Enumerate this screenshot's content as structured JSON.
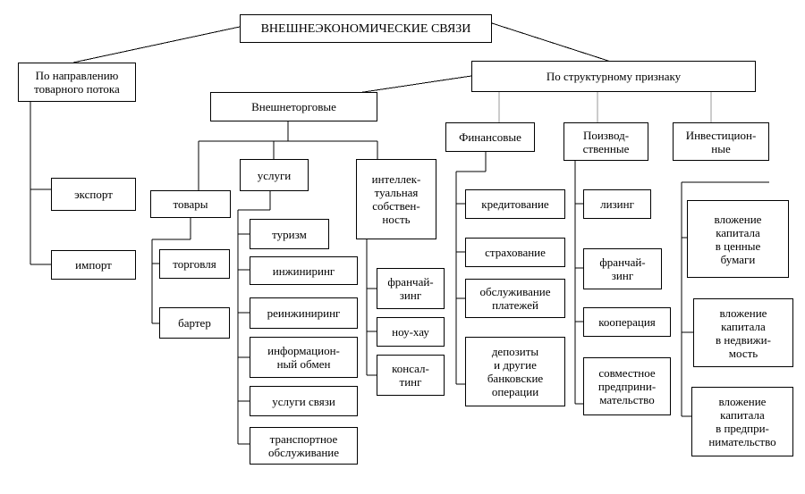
{
  "root": "ВНЕШНЕЭКОНОМИЧЕСКИЕ СВЯЗИ",
  "direction": {
    "title": "По направлению\nтоварного потока",
    "items": [
      "экспорт",
      "импорт"
    ]
  },
  "structural": {
    "title": "По структурному признаку",
    "foreign_trade": {
      "title": "Внешнеторговые",
      "goods": {
        "title": "товары",
        "items": [
          "торговля",
          "бартер"
        ]
      },
      "services": {
        "title": "услуги",
        "items": [
          "туризм",
          "инжиниринг",
          "реинжиниринг",
          "информацион-\nный обмен",
          "услуги связи",
          "транспортное\nобслуживание"
        ]
      },
      "ip": {
        "title": "интеллек-\nтуальная\nсобствен-\nность",
        "items": [
          "франчай-\nзинг",
          "ноу-хау",
          "консал-\nтинг"
        ]
      }
    },
    "financial": {
      "title": "Финансовые",
      "items": [
        "кредитование",
        "страхование",
        "обслуживание\nплатежей",
        "депозиты\nи другие\nбанковские\nоперации"
      ]
    },
    "production": {
      "title": "Поизвод-\nственные",
      "items": [
        "лизинг",
        "франчай-\nзинг",
        "кооперация",
        "совместное\nпредприни-\nмательство"
      ]
    },
    "investment": {
      "title": "Инвестицион-\nные",
      "items": [
        "вложение\nкапитала\nв ценные\nбумаги",
        "вложение\nкапитала\nв недвижи-\nмость",
        "вложение\nкапитала\nв предпри-\nнимательство"
      ]
    }
  }
}
